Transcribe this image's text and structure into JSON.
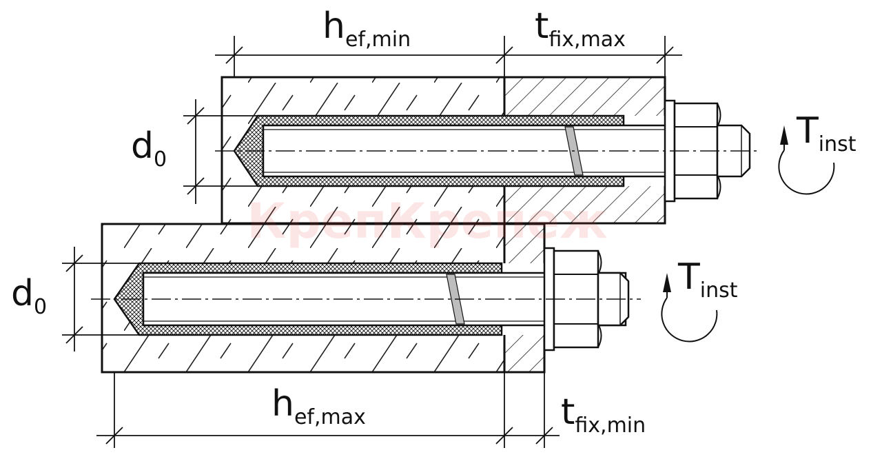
{
  "labels": {
    "hef_min": {
      "base": "h",
      "sub": "ef,min"
    },
    "tfix_max": {
      "base": "t",
      "sub": "fix,max"
    },
    "hef_max": {
      "base": "h",
      "sub": "ef,max"
    },
    "tfix_min": {
      "base": "t",
      "sub": "fix,min"
    },
    "d0_top": {
      "base": "d",
      "sub": "0"
    },
    "d0_bottom": {
      "base": "d",
      "sub": "0"
    },
    "tinst_top": {
      "base": "T",
      "sub": "inst"
    },
    "tinst_bottom": {
      "base": "T",
      "sub": "inst"
    }
  },
  "watermark": "КрепКрепеж",
  "colors": {
    "line": "#111111",
    "hatch": "#222222",
    "watermark": "#e53935",
    "stripe": "#bdbdbd"
  }
}
